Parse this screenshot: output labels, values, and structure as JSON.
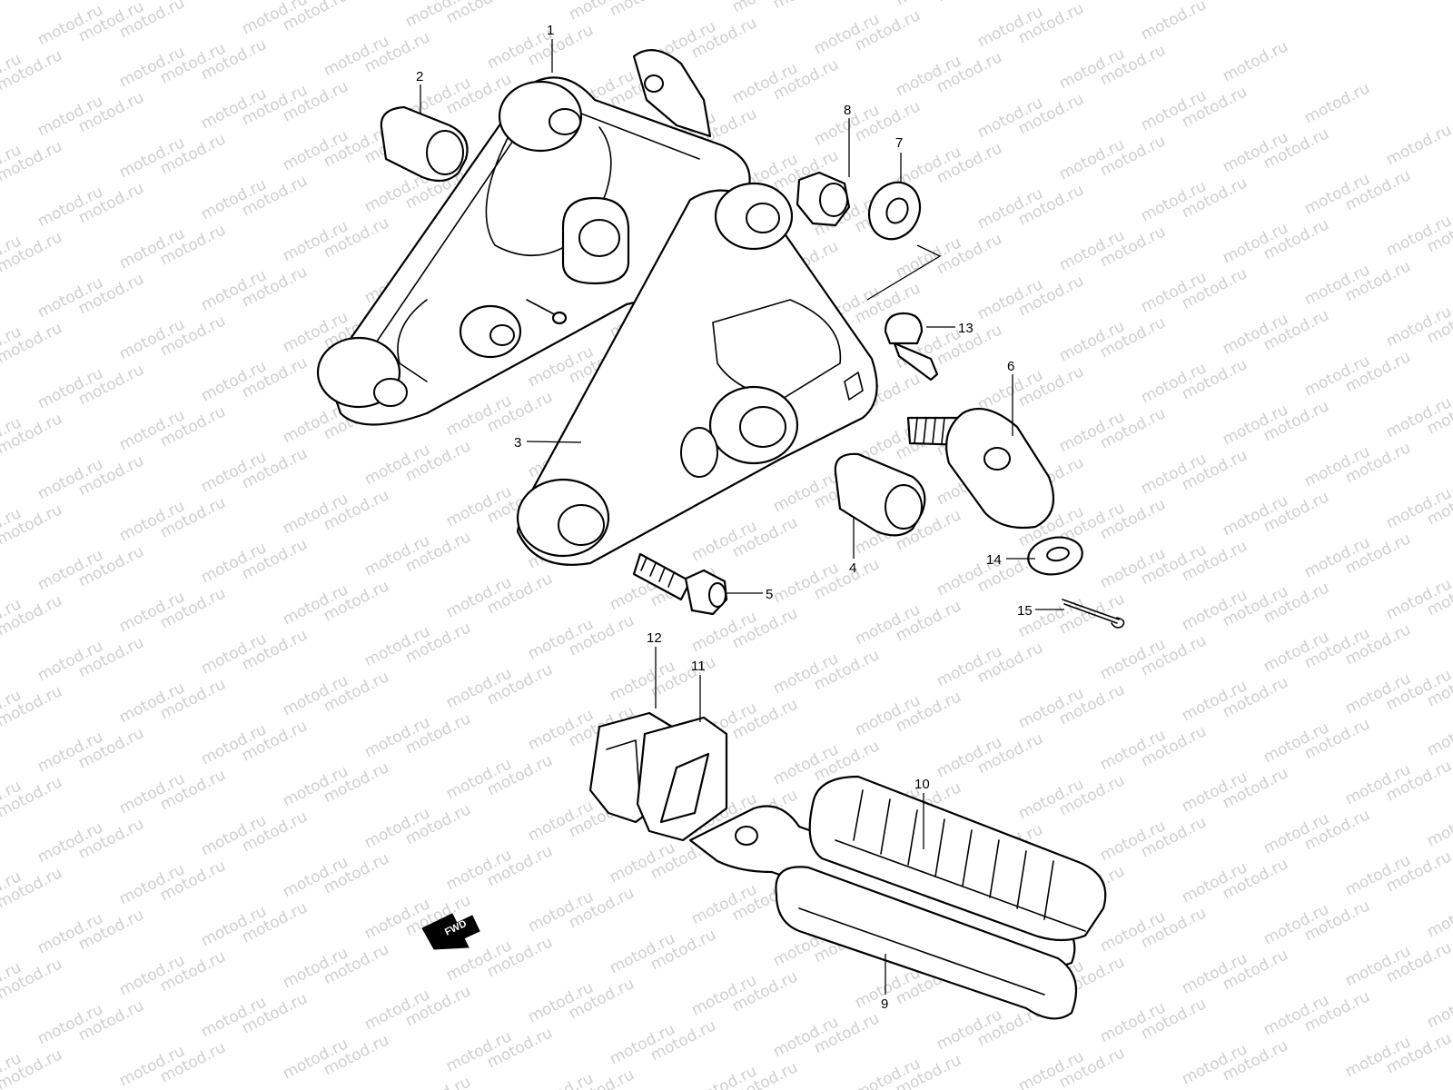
{
  "watermark": {
    "text": "motod.ru"
  },
  "callouts": [
    {
      "id": "1",
      "label": "1"
    },
    {
      "id": "2",
      "label": "2"
    },
    {
      "id": "3",
      "label": "3"
    },
    {
      "id": "4",
      "label": "4"
    },
    {
      "id": "5",
      "label": "5"
    },
    {
      "id": "6",
      "label": "6"
    },
    {
      "id": "7",
      "label": "7"
    },
    {
      "id": "8",
      "label": "8"
    },
    {
      "id": "9",
      "label": "9"
    },
    {
      "id": "10",
      "label": "10"
    },
    {
      "id": "11",
      "label": "11"
    },
    {
      "id": "12",
      "label": "12"
    },
    {
      "id": "13",
      "label": "13"
    },
    {
      "id": "14",
      "label": "14"
    },
    {
      "id": "15",
      "label": "15"
    }
  ],
  "fwd_indicator": {
    "label": "FWD",
    "icon": "arrow-left-icon"
  }
}
